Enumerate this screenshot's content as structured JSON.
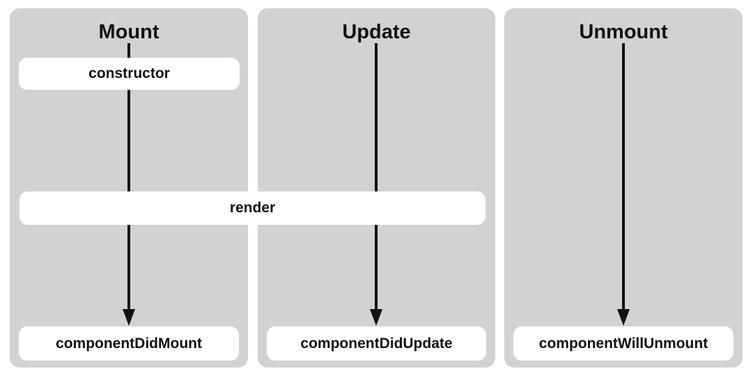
{
  "diagram": {
    "columns": [
      {
        "title": "Mount",
        "bottom_box": "componentDidMount"
      },
      {
        "title": "Update",
        "bottom_box": "componentDidUpdate"
      },
      {
        "title": "Unmount",
        "bottom_box": "componentWillUnmount"
      }
    ],
    "mount_top_box": "constructor",
    "render_box": "render"
  },
  "colors": {
    "column_bg": "#d3d1d3",
    "box_bg": "#ffffff",
    "arrow": "#111111",
    "text": "#111111",
    "page_bg": "#ffffff"
  }
}
